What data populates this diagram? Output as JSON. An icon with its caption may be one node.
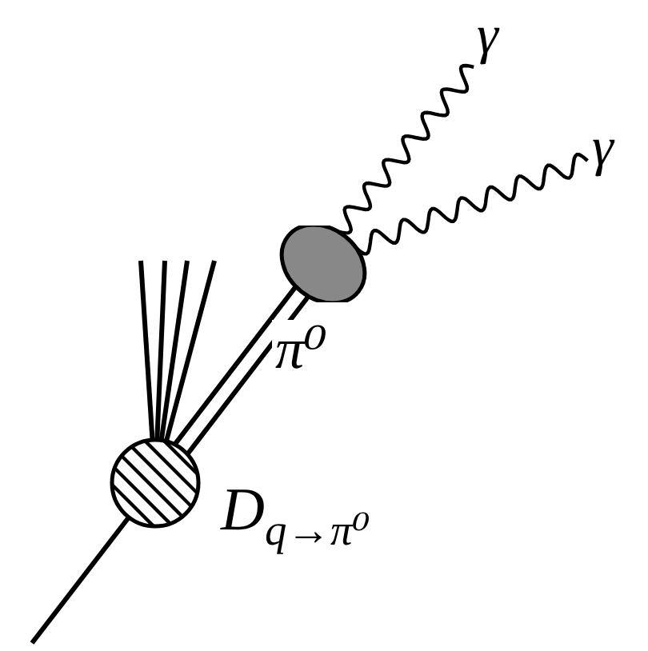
{
  "diagram": {
    "nodes": [
      {
        "text": [],
        "shape": "circle",
        "beside": [
          "D$_{q→π⁰}$"
        ]
      },
      {
        "text": [],
        "shape": "circle"
      },
      {
        "text": [
          "γ"
        ]
      },
      {
        "text": [
          "γ"
        ]
      }
    ],
    "edges": [
      {
        "from": null,
        "to": 0,
        "arrow": "none"
      },
      {
        "from": 0,
        "to": null,
        "arrow": "none"
      },
      {
        "from": 0,
        "to": null,
        "arrow": "none"
      },
      {
        "from": 0,
        "to": null,
        "arrow": "none"
      },
      {
        "from": 0,
        "to": null,
        "arrow": "none"
      },
      {
        "from": 0,
        "to": 1,
        "arrow": "none",
        "label": "π⁰"
      },
      {
        "from": 1,
        "to": 2,
        "arrow": "none"
      },
      {
        "from": 1,
        "to": 3,
        "arrow": "none"
      }
    ]
  }
}
